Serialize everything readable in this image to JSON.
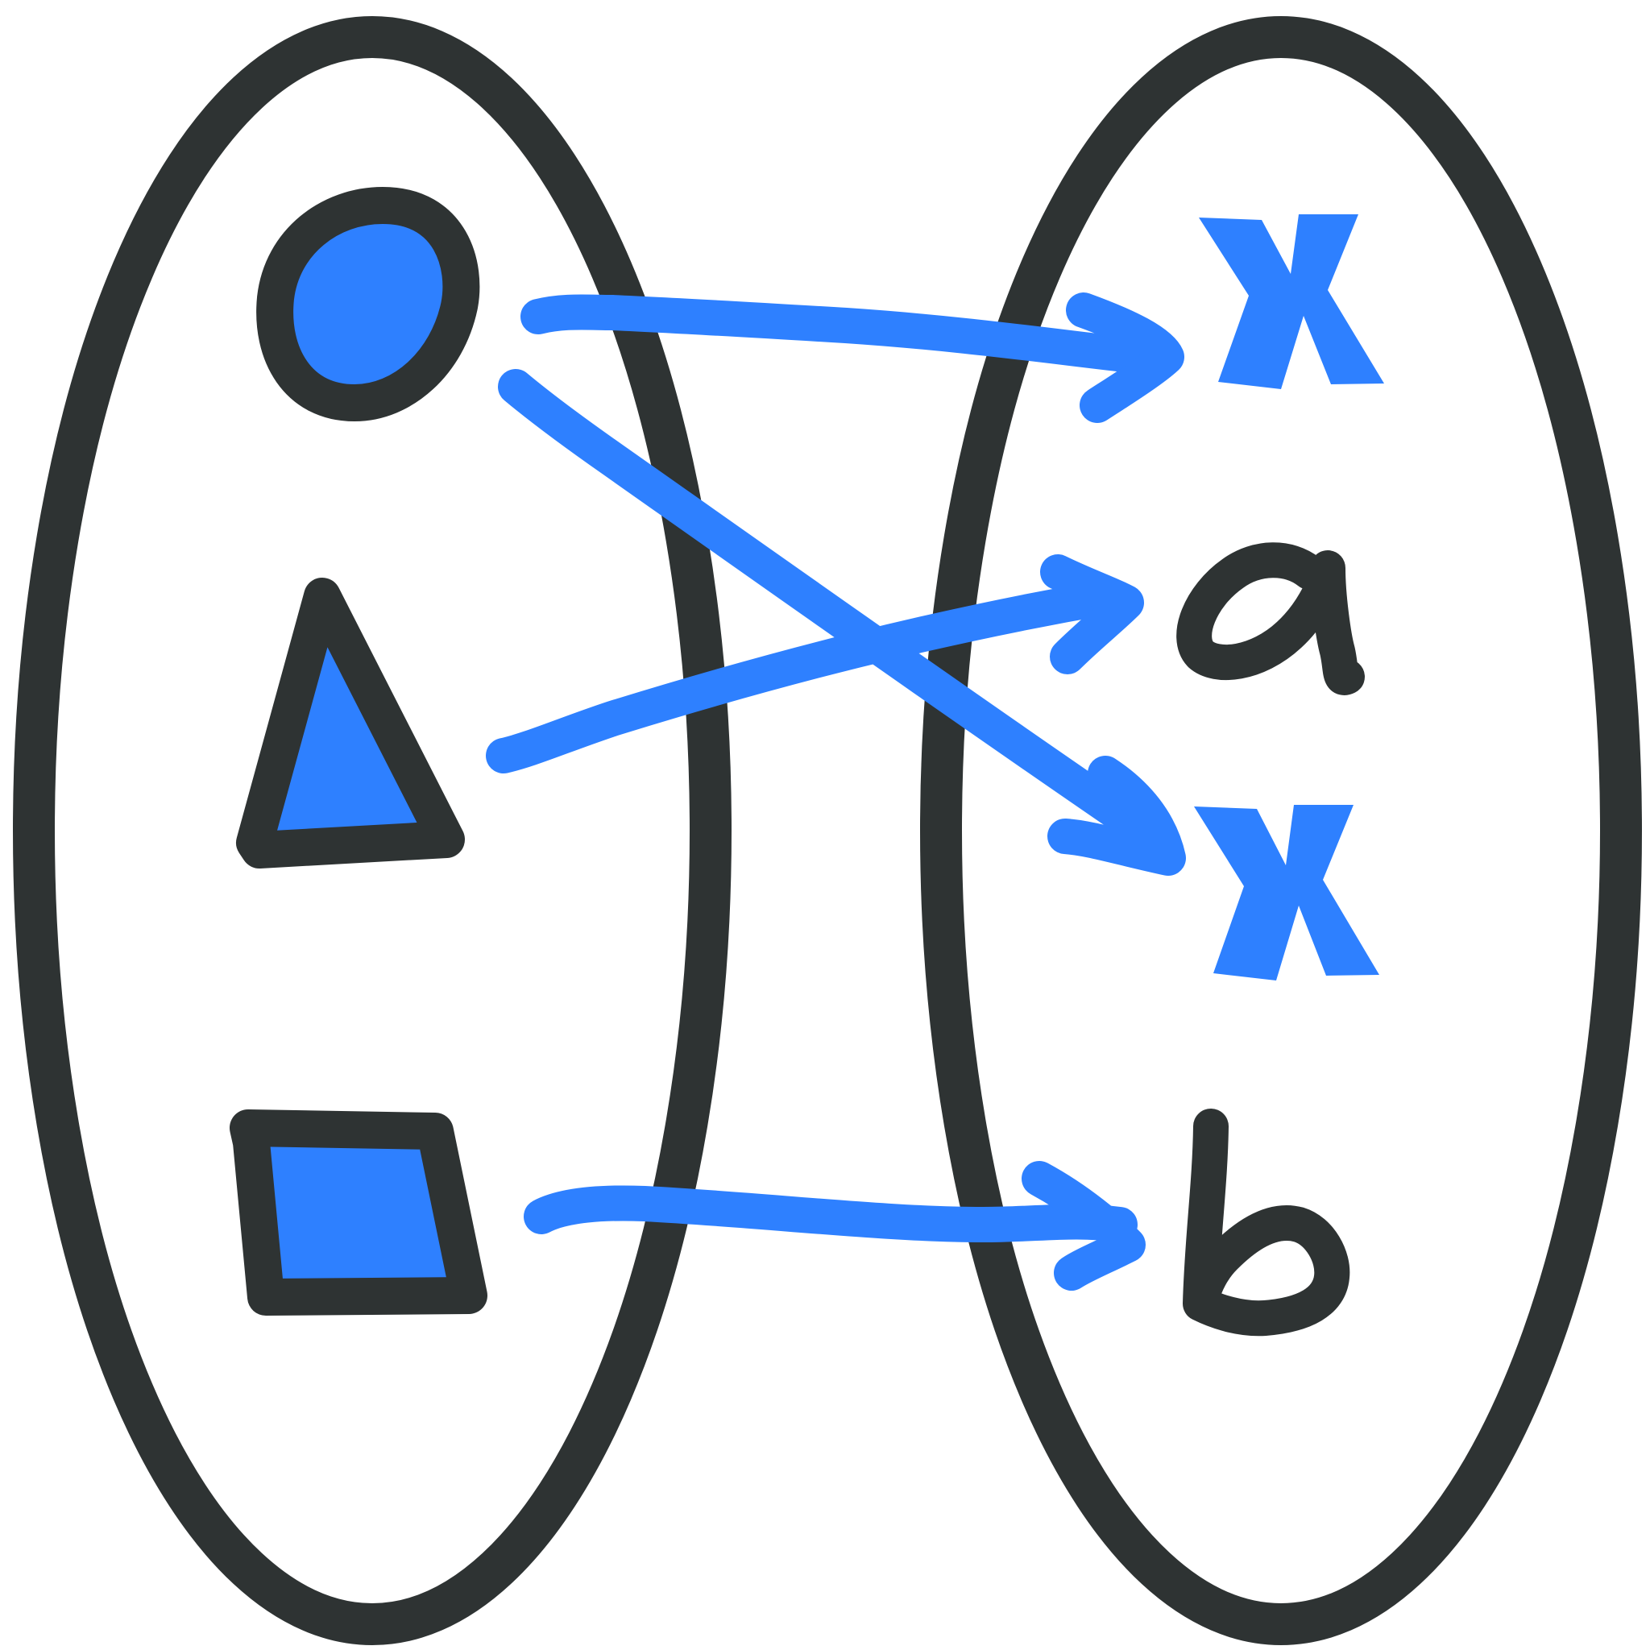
{
  "colors": {
    "outline": "#2e3333",
    "accent": "#2e80ff",
    "background": "#ffffff"
  },
  "domain_set": {
    "elements": [
      {
        "name": "circle",
        "shape": "circle-icon"
      },
      {
        "name": "triangle",
        "shape": "triangle-icon"
      },
      {
        "name": "square",
        "shape": "square-icon"
      }
    ]
  },
  "codomain_set": {
    "elements": [
      {
        "label": "x",
        "color": "accent"
      },
      {
        "label": "a",
        "color": "outline"
      },
      {
        "label": "x",
        "color": "accent"
      },
      {
        "label": "b",
        "color": "outline"
      }
    ]
  },
  "mappings": [
    {
      "from": "circle",
      "to_index": 0
    },
    {
      "from": "circle",
      "to_index": 2
    },
    {
      "from": "triangle",
      "to_index": 1
    },
    {
      "from": "square",
      "to_index": 3
    }
  ]
}
